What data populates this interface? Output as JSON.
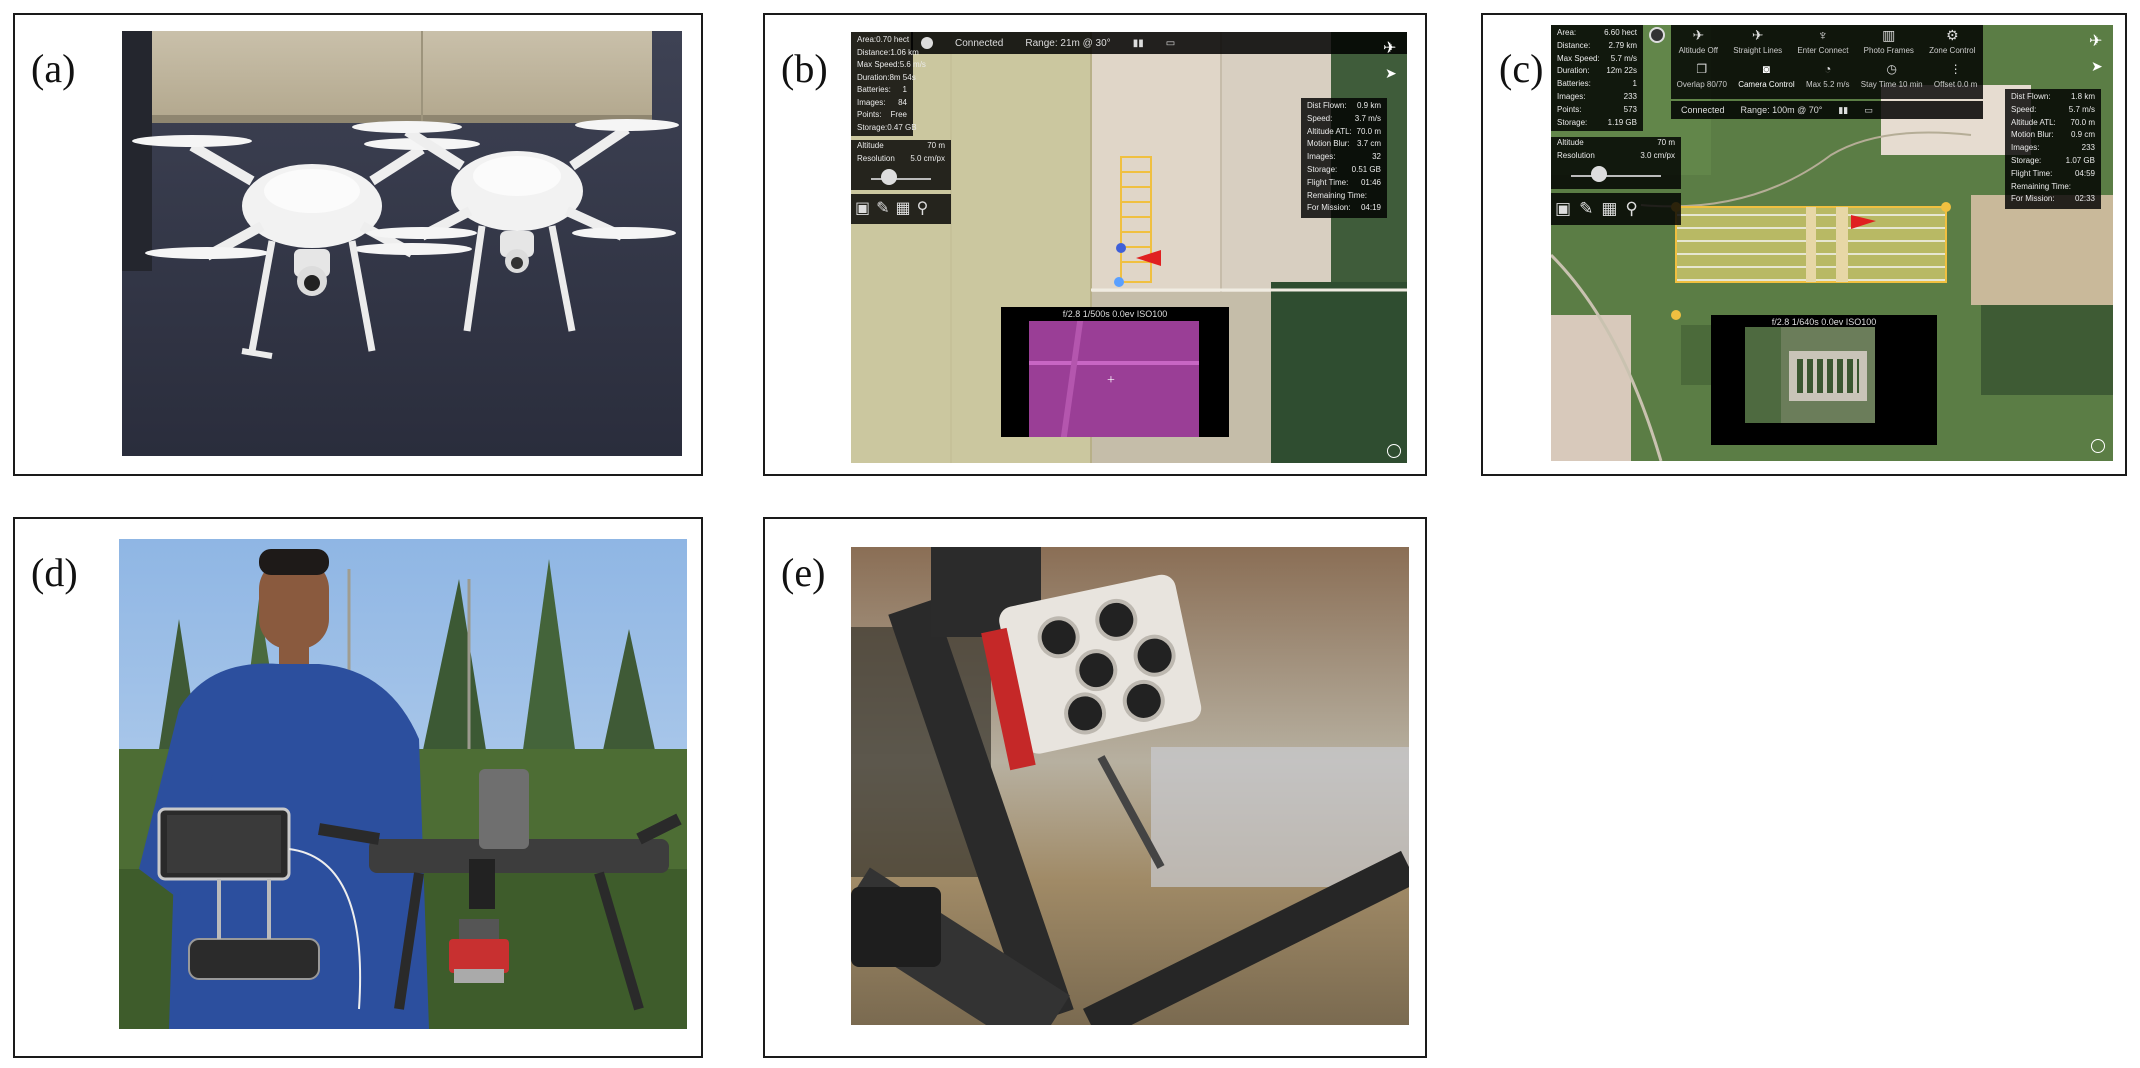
{
  "panels": [
    {
      "id": "a",
      "label": "(a)"
    },
    {
      "id": "b",
      "label": "(b)"
    },
    {
      "id": "c",
      "label": "(c)"
    },
    {
      "id": "d",
      "label": "(d)"
    },
    {
      "id": "e",
      "label": "(e)"
    }
  ],
  "panel_b": {
    "status": "Connected",
    "range": "Range: 21m @ 30°",
    "stats_left": [
      {
        "k": "Area:",
        "v": "0.70 hect"
      },
      {
        "k": "Distance:",
        "v": "1.06 km"
      },
      {
        "k": "Max Speed:",
        "v": "5.6 m/s"
      },
      {
        "k": "Duration:",
        "v": "8m 54s"
      },
      {
        "k": "Batteries:",
        "v": "1"
      },
      {
        "k": "Images:",
        "v": "84"
      },
      {
        "k": "Points:",
        "v": "Free"
      },
      {
        "k": "Storage:",
        "v": "0.47 GB"
      }
    ],
    "altitude_label": "Altitude",
    "altitude_value": "70 m",
    "altitude_sub": "Resolution",
    "altitude_sub_value": "5.0 cm/px",
    "stats_right": [
      {
        "k": "Dist Flown:",
        "v": "0.9 km"
      },
      {
        "k": "Speed:",
        "v": "3.7 m/s"
      },
      {
        "k": "Altitude ATL:",
        "v": "70.0 m"
      },
      {
        "k": "Motion Blur:",
        "v": "3.7 cm"
      },
      {
        "k": "Images:",
        "v": "32"
      },
      {
        "k": "Storage:",
        "v": "0.51 GB"
      },
      {
        "k": "Flight Time:",
        "v": "01:46"
      },
      {
        "k": "Remaining Time:",
        "v": ""
      },
      {
        "k": "For Mission:",
        "v": "04:19"
      }
    ],
    "preview_caption": "f/2.8 1/500s 0.0ev ISO100"
  },
  "panel_c": {
    "status": "Connected",
    "range": "Range: 100m @ 70°",
    "menu": [
      {
        "icon": "plane-icon",
        "label": "Altitude Off"
      },
      {
        "icon": "plane-icon",
        "label": "Straight Lines"
      },
      {
        "icon": "antenna-icon",
        "label": "Enter Connect"
      },
      {
        "icon": "grid-icon",
        "label": "Photo Frames"
      },
      {
        "icon": "drone-icon",
        "label": "Zone Control"
      },
      {
        "icon": "layers-icon",
        "label": "Overlap 80/70"
      },
      {
        "icon": "camera-icon",
        "label": "Camera Control"
      },
      {
        "icon": "gauge-icon",
        "label": "Max 5.2 m/s"
      },
      {
        "icon": "clock-icon",
        "label": "Stay Time 10 min"
      },
      {
        "icon": "dots-icon",
        "label": "Offset 0.0 m"
      }
    ],
    "stats_left": [
      {
        "k": "Area:",
        "v": "6.60 hect"
      },
      {
        "k": "Distance:",
        "v": "2.79 km"
      },
      {
        "k": "Max Speed:",
        "v": "5.7 m/s"
      },
      {
        "k": "Duration:",
        "v": "12m 22s"
      },
      {
        "k": "Batteries:",
        "v": "1"
      },
      {
        "k": "Images:",
        "v": "233"
      },
      {
        "k": "Points:",
        "v": "573"
      },
      {
        "k": "Storage:",
        "v": "1.19 GB"
      }
    ],
    "altitude_label": "Altitude",
    "altitude_value": "70 m",
    "altitude_sub": "Resolution",
    "altitude_sub_value": "3.0 cm/px",
    "stats_right": [
      {
        "k": "Dist Flown:",
        "v": "1.8 km"
      },
      {
        "k": "Speed:",
        "v": "5.7 m/s"
      },
      {
        "k": "Altitude ATL:",
        "v": "70.0 m"
      },
      {
        "k": "Motion Blur:",
        "v": "0.9 cm"
      },
      {
        "k": "Images:",
        "v": "233"
      },
      {
        "k": "Storage:",
        "v": "1.07 GB"
      },
      {
        "k": "Flight Time:",
        "v": "04:59"
      },
      {
        "k": "Remaining Time:",
        "v": ""
      },
      {
        "k": "For Mission:",
        "v": "02:33"
      }
    ],
    "preview_caption": "f/2.8 1/640s 0.0ev ISO100"
  },
  "colors": {
    "frame": "#1a1a1a",
    "hud": "#000000",
    "flight_path": "#f0c040",
    "drone_marker": "#e02020"
  }
}
